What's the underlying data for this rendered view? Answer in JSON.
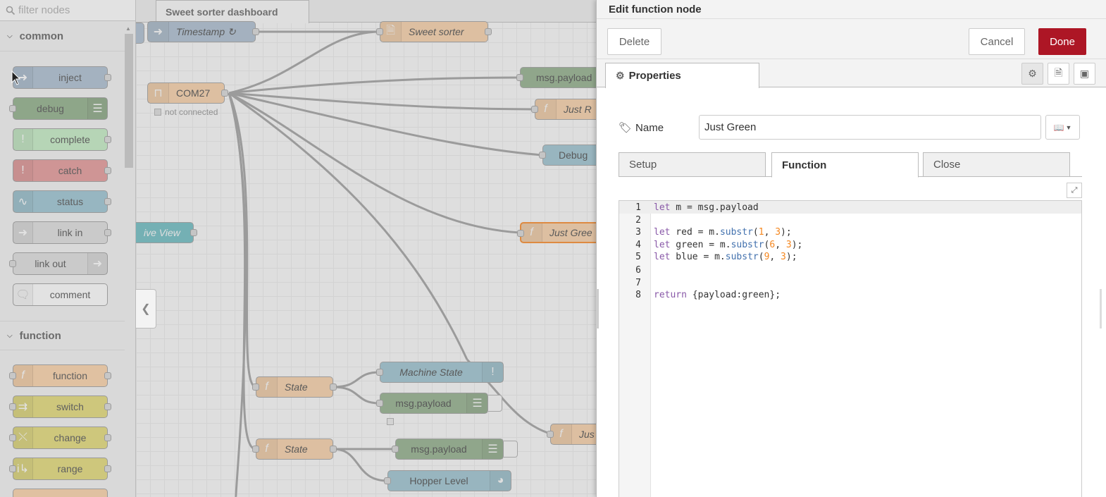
{
  "palette": {
    "search_placeholder": "filter nodes",
    "categories": [
      {
        "label": "common"
      },
      {
        "label": "function"
      }
    ],
    "common_nodes": [
      {
        "label": "inject",
        "color": "#a6bbcf"
      },
      {
        "label": "debug",
        "color": "#87a980"
      },
      {
        "label": "complete",
        "color": "#c0edc0"
      },
      {
        "label": "catch",
        "color": "#e49191"
      },
      {
        "label": "status",
        "color": "#94c1d0"
      },
      {
        "label": "link in",
        "color": "#dddddd"
      },
      {
        "label": "link out",
        "color": "#dddddd"
      },
      {
        "label": "comment",
        "color": "#ffffff"
      }
    ],
    "function_nodes": [
      {
        "label": "function",
        "color": "#fdd0a2"
      },
      {
        "label": "switch",
        "color": "#e2d96e"
      },
      {
        "label": "change",
        "color": "#e2d96e"
      },
      {
        "label": "range",
        "color": "#e2d96e"
      }
    ]
  },
  "workspace": {
    "tab_label": "Sweet sorter dashboard",
    "nodes": {
      "timestamp": "Timestamp ↻",
      "sweet_sorter": "Sweet sorter",
      "com27": "COM27",
      "com27_status": "not connected",
      "msg_payload_top": "msg.payload",
      "just_r": "Just R",
      "debug": "Debug",
      "live_view": "ive View",
      "just_green": "Just Gree",
      "state1": "State",
      "machine_state": "Machine State",
      "msg_payload_mid": "msg.payload",
      "state2": "State",
      "msg_payload_low": "msg.payload",
      "hopper_level": "Hopper Level",
      "jus": "Jus"
    }
  },
  "tray": {
    "title": "Edit function node",
    "delete_label": "Delete",
    "cancel_label": "Cancel",
    "done_label": "Done",
    "properties_tab": "Properties",
    "name_label": "Name",
    "name_value": "Just Green",
    "sub_tabs": [
      "Setup",
      "Function",
      "Close"
    ],
    "code_lines": [
      {
        "n": "1"
      },
      {
        "n": "2"
      },
      {
        "n": "3"
      },
      {
        "n": "4"
      },
      {
        "n": "5"
      },
      {
        "n": "6"
      },
      {
        "n": "7"
      },
      {
        "n": "8"
      }
    ],
    "accent_color": "#ad1625"
  }
}
